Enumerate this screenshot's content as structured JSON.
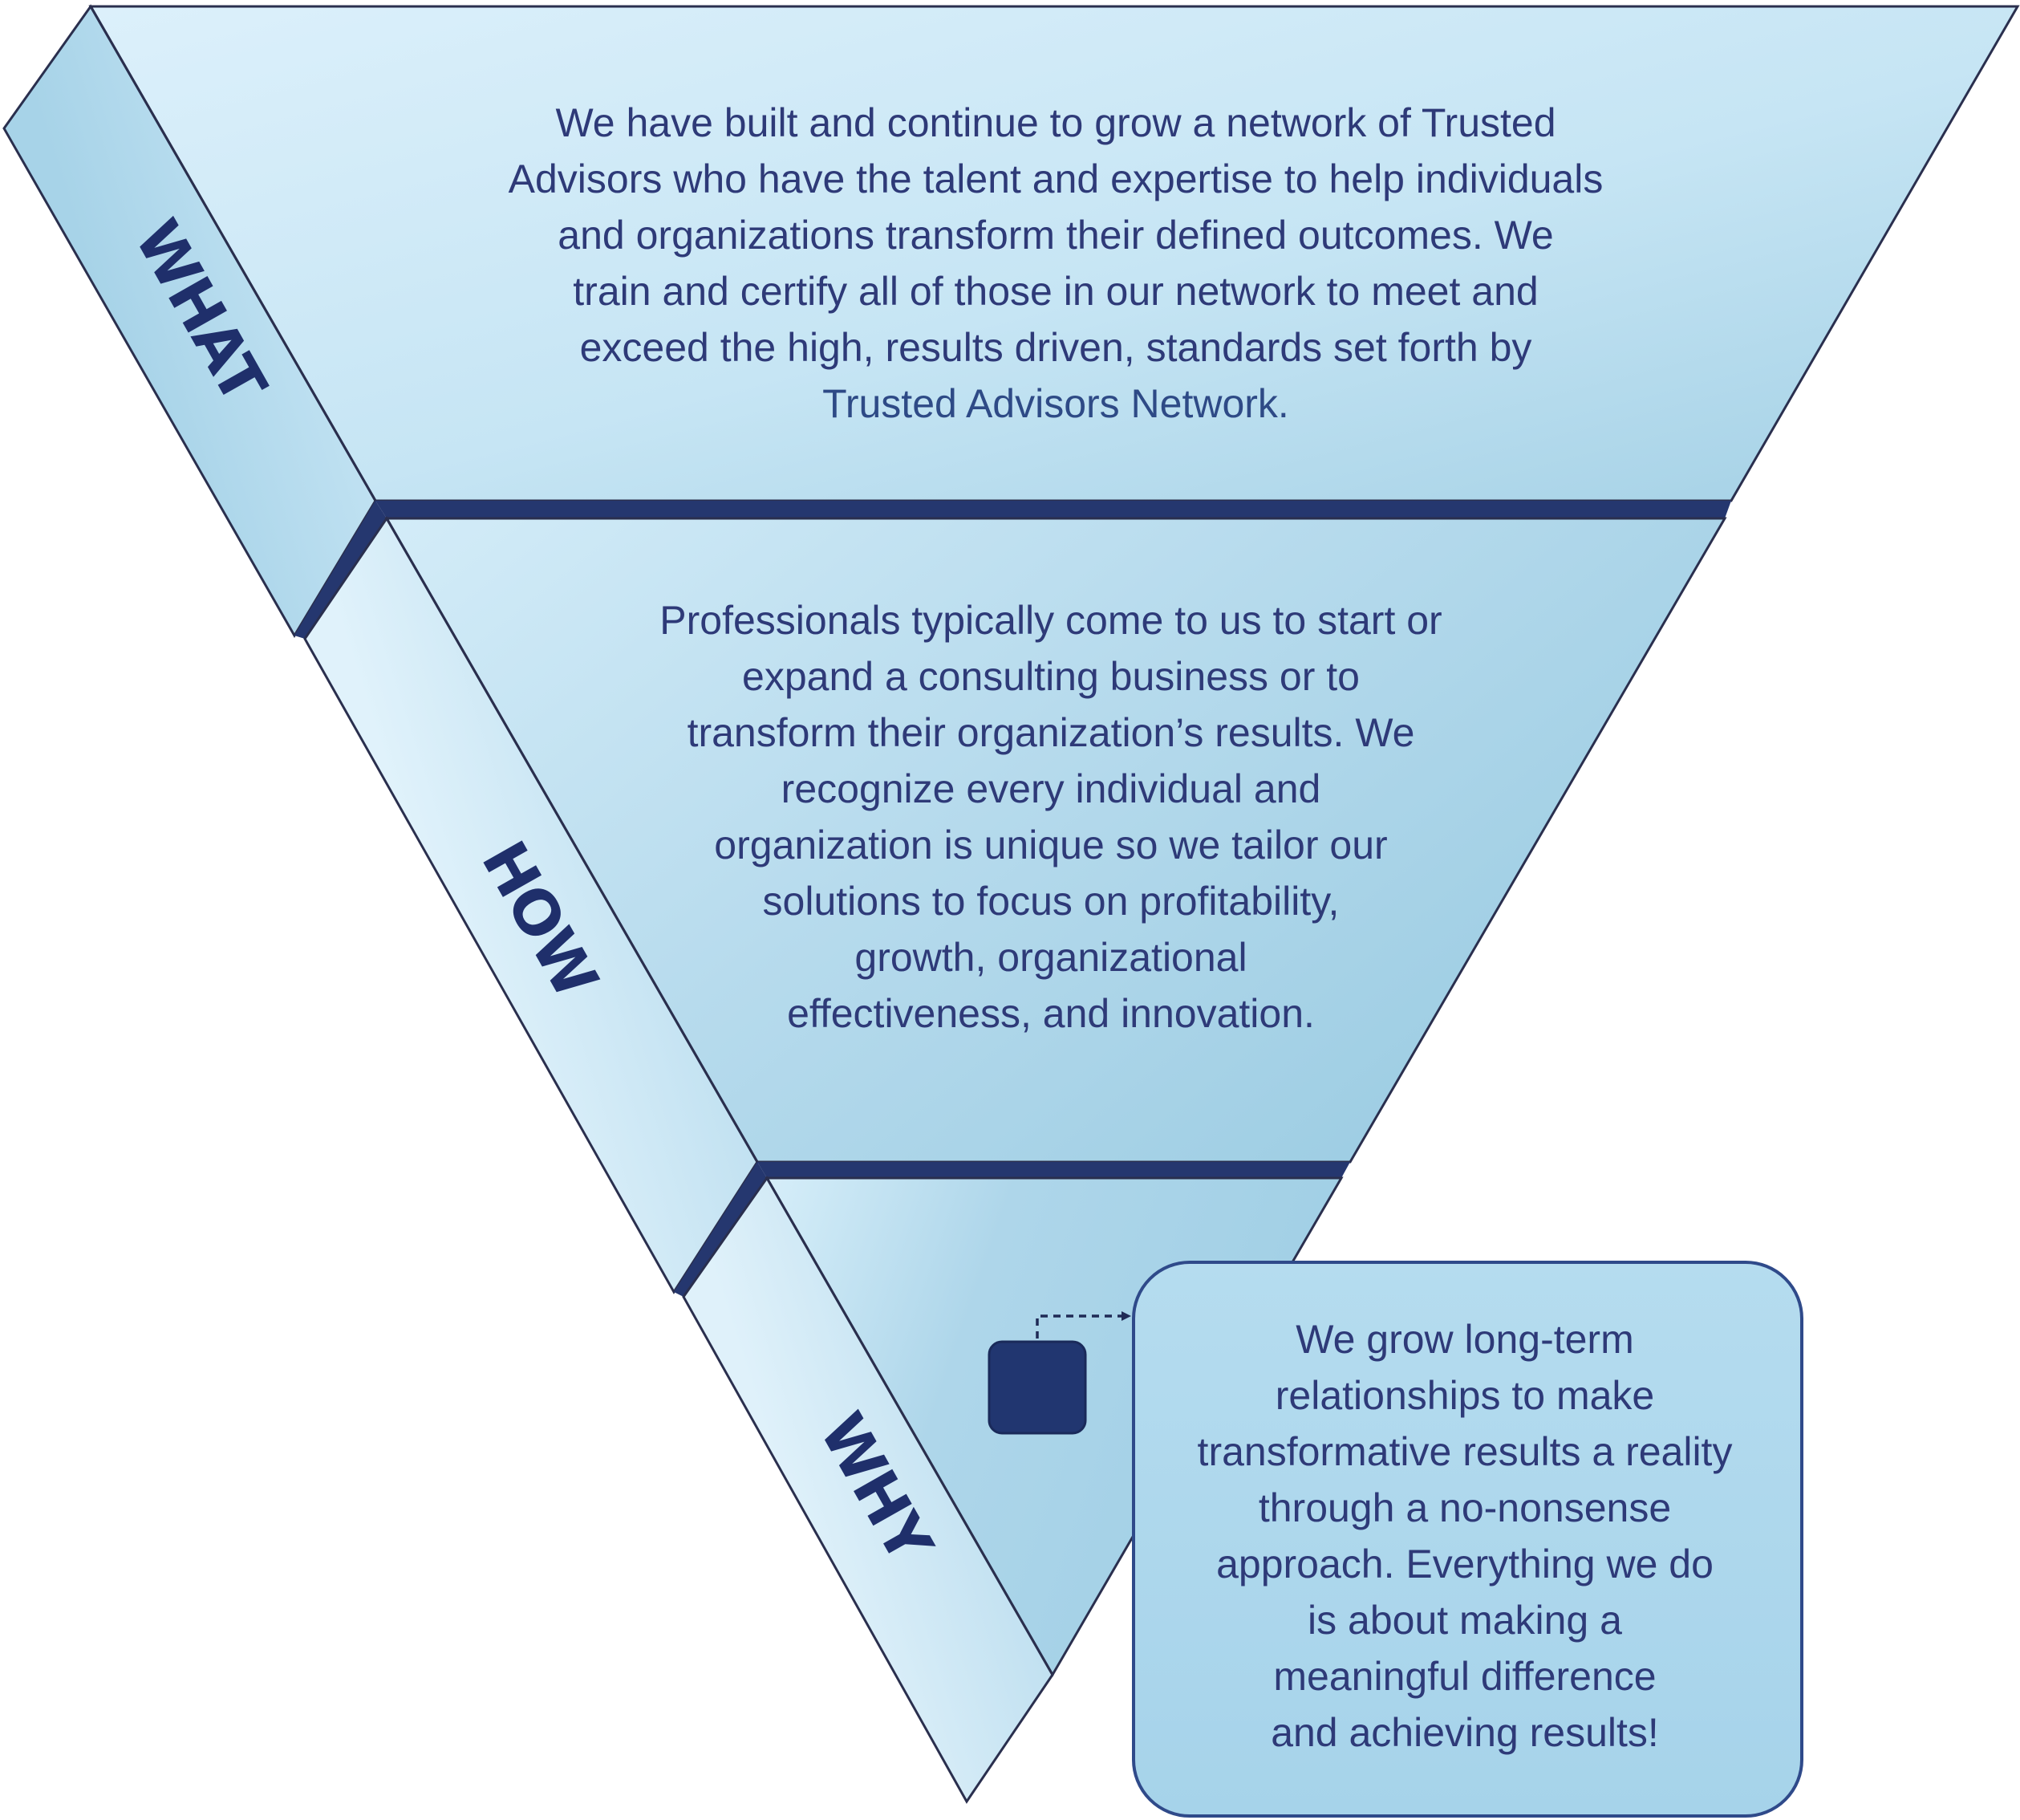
{
  "colors": {
    "outline": "#2a2f4e",
    "divider": "#25376f",
    "text": "#2e3a78",
    "label": "#1f2f6b",
    "face_light": "#d8eefa",
    "face_mid": "#b9dcee",
    "face_dark": "#9ccde3",
    "side_light": "#d9eef9",
    "side_dark": "#92c5df",
    "callout_fill": "#acd7ec",
    "callout_border": "#2f4a8a",
    "marker": "#213670"
  },
  "icons": {
    "marker": "rounded-square-marker-icon",
    "connector": "dashed-arrow-icon"
  },
  "what": {
    "label": "WHAT",
    "lines": [
      "We have built and continue to grow a network of Trusted",
      "Advisors who have the talent and expertise to help individuals",
      "and organizations transform their defined outcomes. We",
      "train and certify all of those in our network to meet and",
      "exceed the high, results driven, standards set forth by",
      "Trusted Advisors Network."
    ]
  },
  "how": {
    "label": "HOW",
    "lines": [
      "Professionals typically come to us to start or",
      "expand a consulting business or to",
      "transform their organization’s results. We",
      "recognize every individual and",
      "organization is unique so we tailor our",
      "solutions to focus on profitability,",
      "growth, organizational",
      "effectiveness, and innovation."
    ]
  },
  "why": {
    "label": "WHY",
    "lines": [
      "We grow long-term",
      "relationships to make",
      "transformative results a reality",
      "through a no-nonsense",
      "approach. Everything we do",
      "is about making a",
      "meaningful difference",
      "and achieving results!"
    ]
  }
}
